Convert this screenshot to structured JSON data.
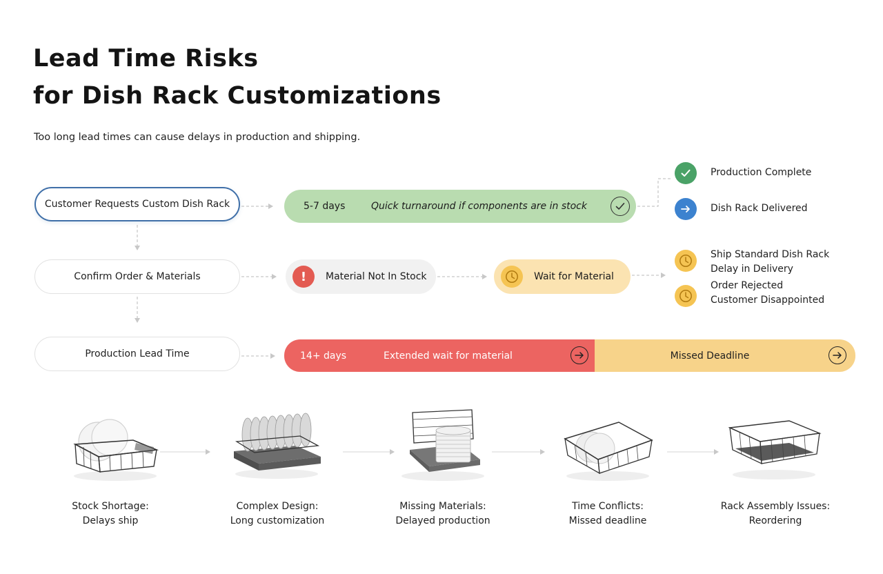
{
  "header": {
    "title_line1": "Lead Time Risks",
    "title_line2": "for Dish Rack Customizations",
    "subtitle": "Too long lead times can cause delays in production and shipping."
  },
  "stages": [
    {
      "label": "Customer Requests Custom Dish Rack"
    },
    {
      "label": "Confirm Order & Materials"
    },
    {
      "label": "Production Lead Time"
    }
  ],
  "fast_path": {
    "days": "5-7 days",
    "note": "Quick turnaround if components are in stock"
  },
  "material_path": {
    "issue": "Material Not In Stock",
    "wait": "Wait for Material"
  },
  "slow_path": {
    "days": "14+ days",
    "note": "Extended wait for material",
    "result": "Missed Deadline"
  },
  "outcomes": {
    "fast": [
      {
        "label": "Production Complete",
        "icon": "check-icon",
        "color": "#4aa267"
      },
      {
        "label": "Dish Rack Delivered",
        "icon": "arrow-right-icon",
        "color": "#3c82cf"
      }
    ],
    "material": [
      {
        "line1": "Ship Standard Dish Rack",
        "line2": "Delay in Delivery",
        "icon": "clock-icon",
        "color": "#f5c453"
      },
      {
        "line1": "Order Rejected",
        "line2": "Customer Disappointed",
        "icon": "clock-icon",
        "color": "#f5c453"
      }
    ]
  },
  "risks": [
    {
      "line1": "Stock Shortage:",
      "line2": "Delays ship"
    },
    {
      "line1": "Complex Design:",
      "line2": "Long customization"
    },
    {
      "line1": "Missing Materials:",
      "line2": "Delayed production"
    },
    {
      "line1": "Time Conflicts:",
      "line2": "Missed deadline"
    },
    {
      "line1": "Rack Assembly Issues:",
      "line2": "Reordering"
    }
  ],
  "colors": {
    "fast": "#b9dcb0",
    "neutral": "#f1f1f1",
    "wait": "#fbe3b1",
    "danger": "#ec6461",
    "warning": "#f7d38a",
    "primary_border": "#3f6fa8"
  }
}
